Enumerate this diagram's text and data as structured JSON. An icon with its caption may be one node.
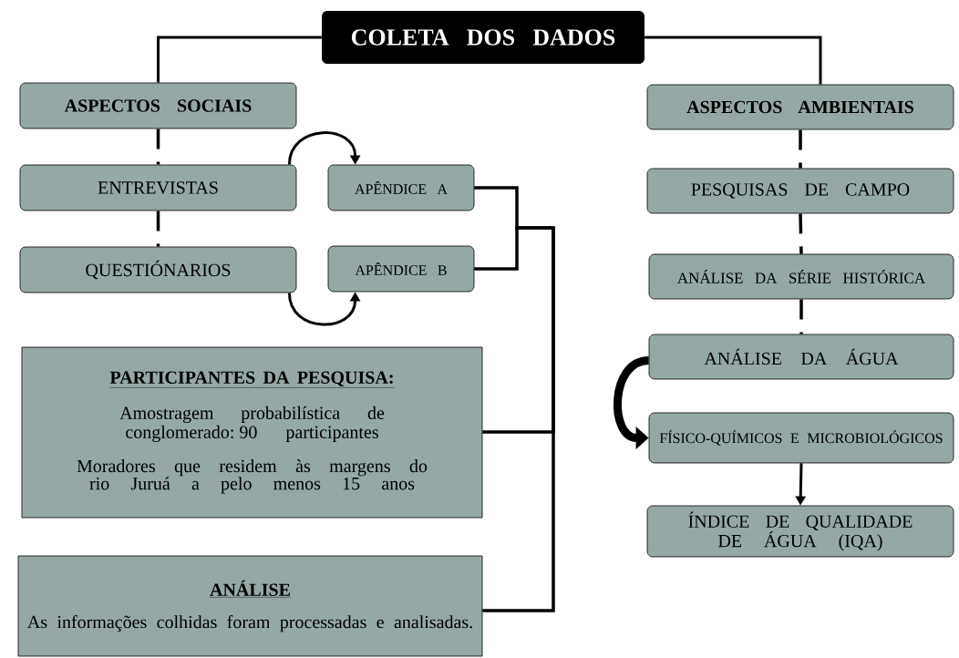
{
  "diagram": {
    "nodes": [
      {
        "text": [
          "COLETA DOS DADOS"
        ]
      },
      {
        "text": [
          "ASPECTOS SOCIAIS"
        ]
      },
      {
        "text": [
          "ENTREVISTAS"
        ]
      },
      {
        "text": [
          "QUESTIÓNARIOS"
        ]
      },
      {
        "text": [
          "APÊNDICE A"
        ]
      },
      {
        "text": [
          "APÊNDICE B"
        ]
      },
      {
        "text": [
          "PARTICIPANTES DA PESQUISA:",
          "Amostragem probabilística de conglomerado: 90 participantes",
          "Moradores que residem às margens do rio Juruá a pelo menos 15 anos"
        ]
      },
      {
        "text": [
          "ANÁLISE",
          "As informações colhidas foram processadas e analisadas."
        ]
      },
      {
        "text": [
          "ASPECTOS AMBIENTAIS"
        ]
      },
      {
        "text": [
          "PESQUISAS DE CAMPO"
        ]
      },
      {
        "text": [
          "ANÁLISE DA SÉRIE HISTÓRICA"
        ]
      },
      {
        "text": [
          "ANÁLISE DA ÁGUA"
        ]
      },
      {
        "text": [
          "FÍSICO-QUÍMICOS E MICROBIOLÓGICOS"
        ]
      },
      {
        "text": [
          "ÍNDICE DE QUALIDADE DE ÁGUA (IQA)"
        ]
      }
    ],
    "edges": [
      {
        "from": 0,
        "to": 1,
        "arrow": "none"
      },
      {
        "from": 0,
        "to": 8,
        "arrow": "none"
      },
      {
        "from": 1,
        "to": 2,
        "arrow": "none",
        "style": "dashed"
      },
      {
        "from": 2,
        "to": 3,
        "arrow": "none",
        "style": "dashed"
      },
      {
        "from": 2,
        "to": 4,
        "arrow": "to"
      },
      {
        "from": 3,
        "to": 5,
        "arrow": "to"
      },
      {
        "from": 4,
        "to": 6,
        "arrow": "none"
      },
      {
        "from": 4,
        "to": 7,
        "arrow": "none"
      },
      {
        "from": 5,
        "to": 6,
        "arrow": "none"
      },
      {
        "from": 5,
        "to": 7,
        "arrow": "none"
      },
      {
        "from": 8,
        "to": 9,
        "arrow": "none",
        "style": "dashed"
      },
      {
        "from": 9,
        "to": 10,
        "arrow": "none",
        "style": "dashed"
      },
      {
        "from": 10,
        "to": 11,
        "arrow": "none",
        "style": "dashed"
      },
      {
        "from": 11,
        "to": 12,
        "arrow": "to",
        "style": "thick"
      },
      {
        "from": 12,
        "to": 13,
        "arrow": "to"
      }
    ]
  }
}
